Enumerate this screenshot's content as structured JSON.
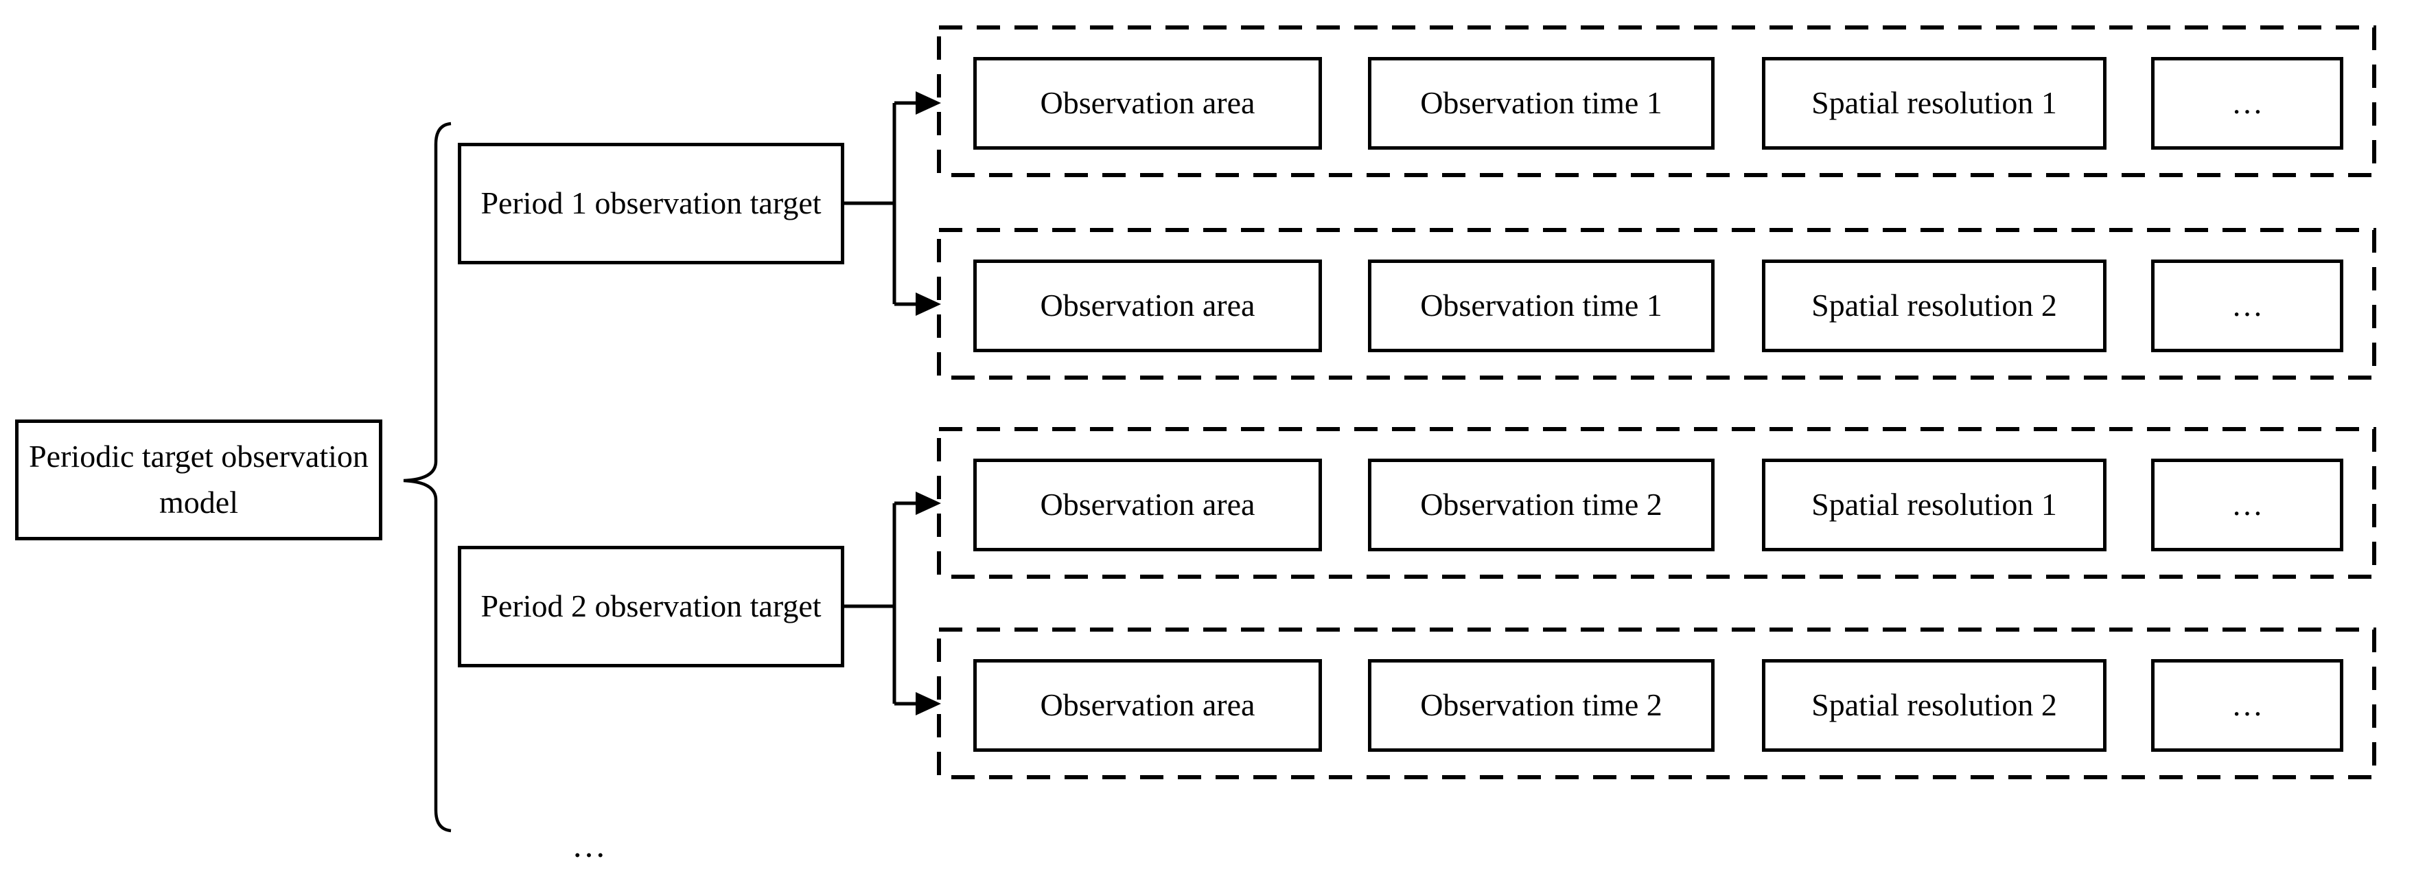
{
  "diagram": {
    "title_hint": "Periodic target observation model structure",
    "root": {
      "label": "Periodic target observation model"
    },
    "periods": [
      {
        "label": "Period 1 observation target"
      },
      {
        "label": "Period 2 observation target"
      }
    ],
    "rows": [
      {
        "cells": [
          "Observation area",
          "Observation time 1",
          "Spatial resolution 1",
          "…"
        ]
      },
      {
        "cells": [
          "Observation area",
          "Observation time 1",
          "Spatial resolution 2",
          "…"
        ]
      },
      {
        "cells": [
          "Observation area",
          "Observation time 2",
          "Spatial resolution 1",
          "…"
        ]
      },
      {
        "cells": [
          "Observation area",
          "Observation time 2",
          "Spatial resolution 2",
          "…"
        ]
      }
    ],
    "more_indicator": "…",
    "colors": {
      "stroke": "#000000",
      "background": "#ffffff"
    }
  }
}
